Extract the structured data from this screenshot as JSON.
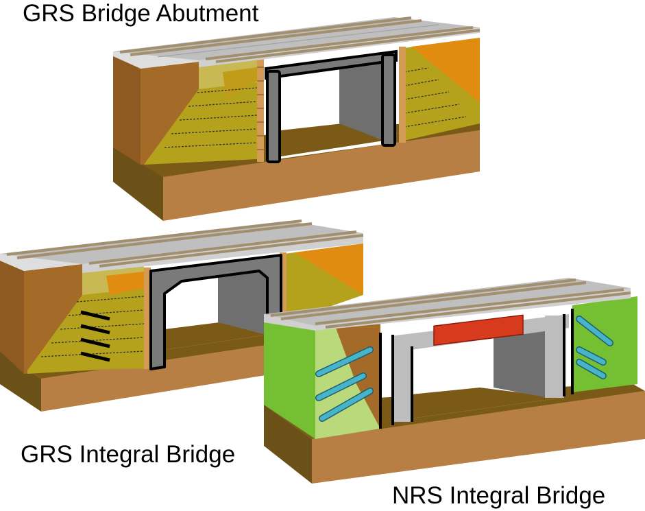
{
  "figure": {
    "captions": {
      "grs_abutment": "GRS  Bridge Abutment",
      "grs_integral": "GRS Integral Bridge",
      "nrs_integral": "NRS Integral Bridge"
    },
    "colors": {
      "ground_top": "#7a5a16",
      "ground_front": "#b87f44",
      "ground_side": "#6b5118",
      "fill_side": "#8f5a22",
      "fill_front": "#a36a28",
      "fill_bright": "#e08c10",
      "reinforced_zone": "#b5a21c",
      "facing_wall": "#d49b56",
      "concrete": "#7a7a7a",
      "concrete_light": "#bdbdbd",
      "opening": "#ffffff",
      "backfill_green": "#74c032",
      "backfill_lightgreen": "#b9d97a",
      "nail": "#47b4c9",
      "bearing_red": "#d83a1e",
      "rail": "#a28f6e",
      "sleeper": "#cfcfcf"
    }
  }
}
